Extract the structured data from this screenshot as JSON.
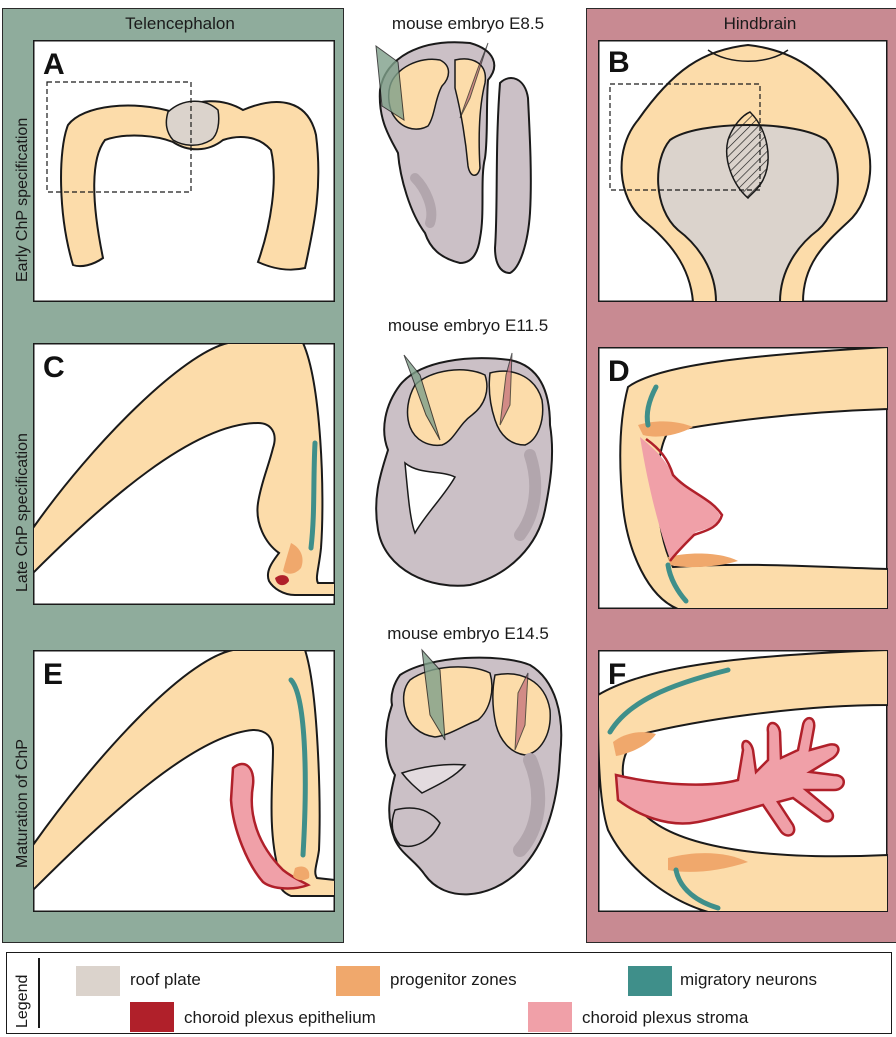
{
  "columns": {
    "left": "Telencephalon",
    "right": "Hindbrain"
  },
  "rows": [
    {
      "label": "Early ChP specification",
      "stage": "mouse embryo E8.5",
      "left_panel": "A",
      "right_panel": "B"
    },
    {
      "label": "Late ChP specification",
      "stage": "mouse embryo E11.5",
      "left_panel": "C",
      "right_panel": "D"
    },
    {
      "label": "Maturation of ChP",
      "stage": "mouse embryo E14.5",
      "left_panel": "E",
      "right_panel": "F"
    }
  ],
  "legend": {
    "title": "Legend",
    "items": [
      {
        "label": "roof plate",
        "color": "#dbd3cc"
      },
      {
        "label": "progenitor zones",
        "color": "#f0a86c"
      },
      {
        "label": "migratory neurons",
        "color": "#3f8f8a"
      },
      {
        "label": "choroid plexus epithelium",
        "color": "#b0202a"
      },
      {
        "label": "choroid plexus stroma",
        "color": "#f0a0a8"
      }
    ]
  },
  "colors": {
    "telencephalon_bg": "#8fac9c",
    "hindbrain_bg": "#c88a92",
    "neural_tissue": "#fcdcaa",
    "embryo": "#cbc0c6",
    "embryo_shade": "#b2a6ad"
  }
}
